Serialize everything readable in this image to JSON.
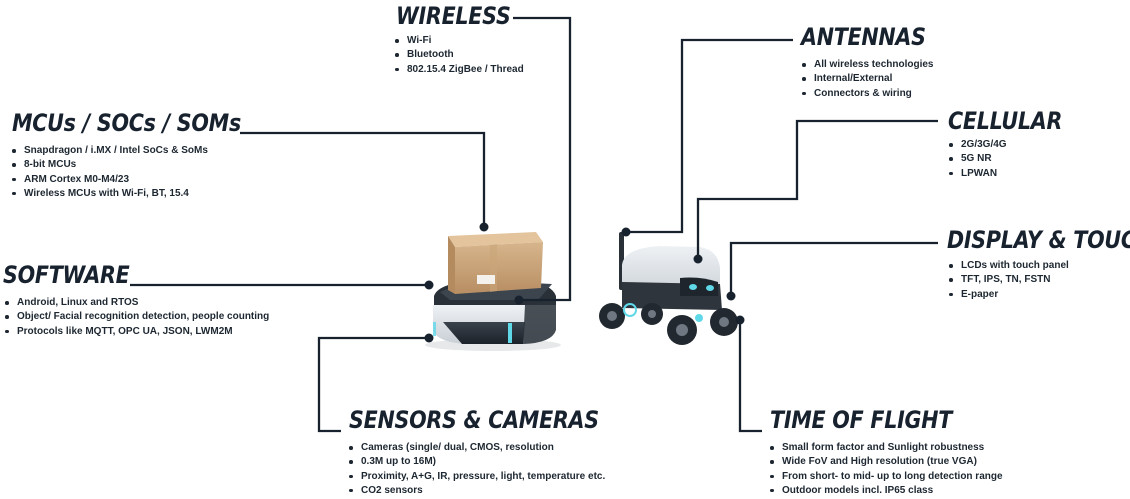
{
  "sections": {
    "wireless": {
      "title": "WIRELESS",
      "items": [
        "Wi-Fi",
        "Bluetooth",
        "802.15.4 ZigBee / Thread"
      ]
    },
    "mcus": {
      "title": "MCUs / SOCs / SOMs",
      "items": [
        "Snapdragon / i.MX / Intel SoCs & SoMs",
        "8-bit MCUs",
        "ARM Cortex M0-M4/23",
        "Wireless MCUs with Wi-Fi, BT, 15.4"
      ]
    },
    "software": {
      "title": "SOFTWARE",
      "items": [
        "Android, Linux and RTOS",
        "Object/ Facial recognition detection, people counting",
        "Protocols like MQTT, OPC UA, JSON, LWM2M"
      ]
    },
    "sensors": {
      "title": "SENSORS & CAMERAS",
      "items": [
        "Cameras (single/ dual, CMOS, resolution",
        "0.3M up to 16M)",
        "Proximity, A+G, IR, pressure, light, temperature etc.",
        "CO2 sensors"
      ]
    },
    "antennas": {
      "title": "ANTENNAS",
      "items": [
        "All wireless technologies",
        "Internal/External",
        "Connectors & wiring"
      ]
    },
    "cellular": {
      "title": "CELLULAR",
      "items": [
        "2G/3G/4G",
        "5G NR",
        "LPWAN"
      ]
    },
    "display": {
      "title": "DISPLAY & TOUCH",
      "items": [
        "LCDs with touch panel",
        "TFT, IPS, TN, FSTN",
        "E-paper"
      ]
    },
    "tof": {
      "title": "TIME OF FLIGHT",
      "items": [
        "Small form factor and Sunlight robustness",
        "Wide FoV and High resolution (true VGA)",
        "From short- to mid- up to long detection range",
        "Outdoor models incl. IP65 class"
      ]
    }
  },
  "colors": {
    "text": "#17222e",
    "accent_glow": "#5fd8e8",
    "box": "#c49a6c"
  }
}
